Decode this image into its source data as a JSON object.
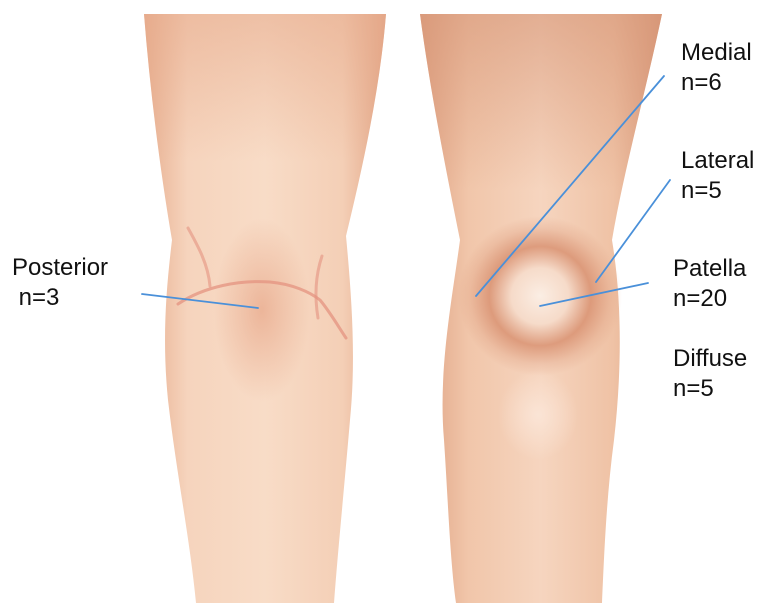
{
  "regions": [
    {
      "id": "posterior",
      "name": "Posterior",
      "count": " n=3"
    },
    {
      "id": "medial",
      "name": "Medial",
      "count": "n=6"
    },
    {
      "id": "lateral",
      "name": "Lateral",
      "count": "n=5"
    },
    {
      "id": "patella",
      "name": "Patella",
      "count": "n=20"
    },
    {
      "id": "diffuse",
      "name": "Diffuse",
      "count": "n=5"
    }
  ],
  "colors": {
    "skin": "#f3c9ab",
    "skin_shade": "#d9987a",
    "pain_glow": "#c98466",
    "leader_line": "#4a90d9",
    "scar": "#e2907c"
  }
}
